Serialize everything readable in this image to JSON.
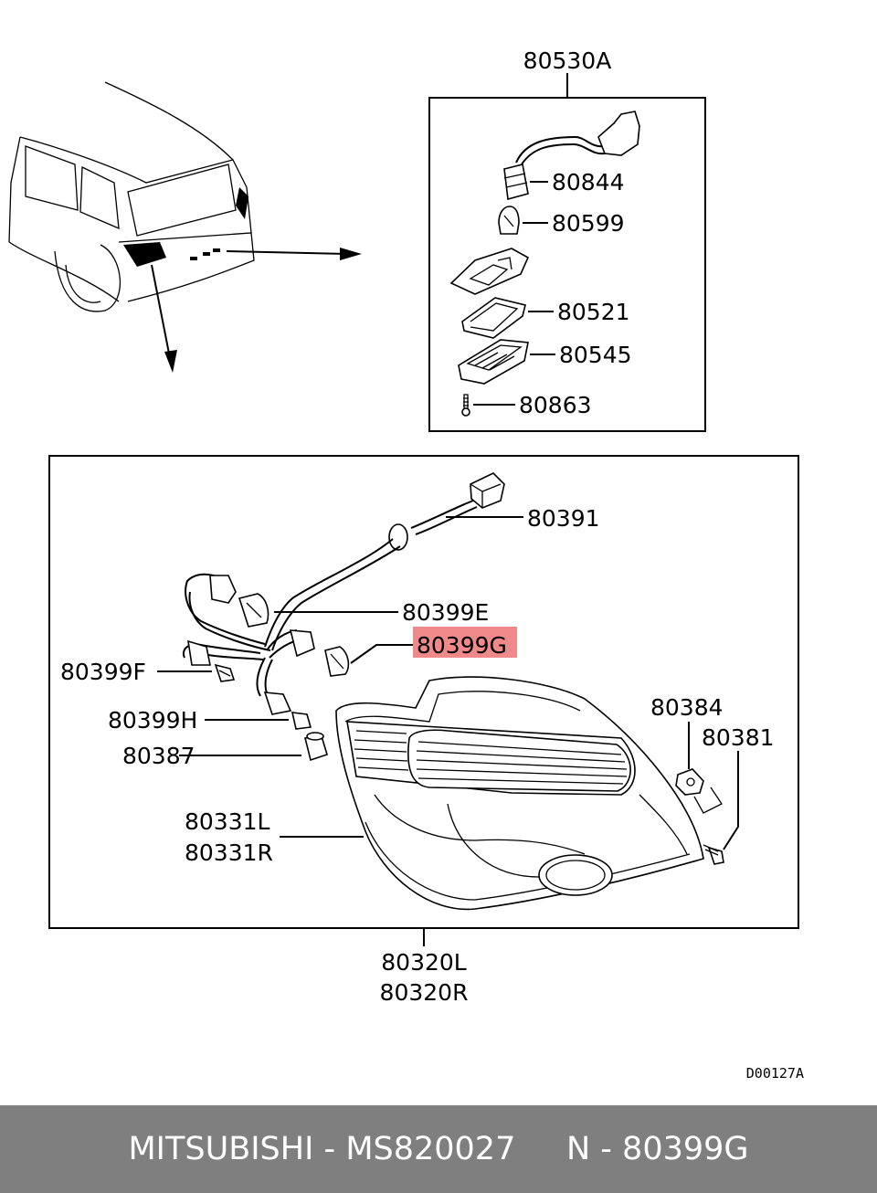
{
  "labels": {
    "top_assembly": "80530A",
    "p80844": "80844",
    "p80599": "80599",
    "p80521": "80521",
    "p80545": "80545",
    "p80863": "80863",
    "p80391": "80391",
    "p80399E": "80399E",
    "p80399G": "80399G",
    "p80399F": "80399F",
    "p80399H": "80399H",
    "p80387": "80387",
    "p80331L": "80331L",
    "p80331R": "80331R",
    "p80384": "80384",
    "p80381": "80381",
    "p80320L": "80320L",
    "p80320R": "80320R"
  },
  "highlight": {
    "label": "80399G",
    "color": "#f08a8a"
  },
  "diagram_code": "D00127A",
  "footer": {
    "brand": "MITSUBISHI",
    "sep1": " - ",
    "part_number": "MS820027",
    "gap": "     ",
    "ref": "N - 80399G"
  },
  "colors": {
    "footer_bg": "#7f7f7f",
    "footer_text": "#ffffff",
    "highlight": "#f08a8a"
  }
}
